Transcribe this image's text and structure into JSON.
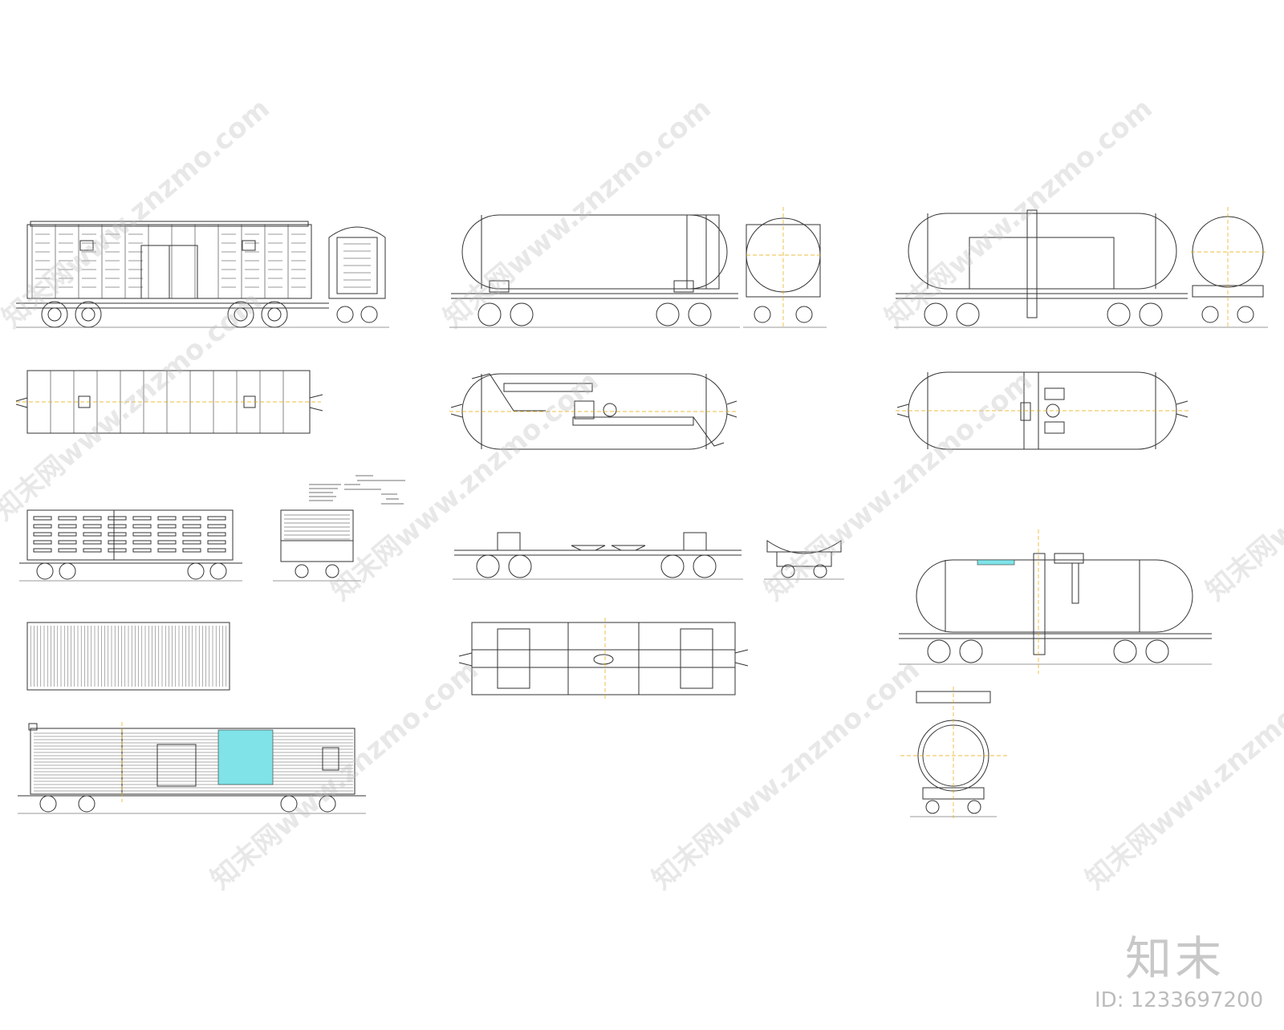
{
  "branding": {
    "logo_text": "知末",
    "image_id": "ID: 1233697200",
    "watermark_text": "知末网www.znzmo.com"
  },
  "colors": {
    "line": "#333333",
    "centerline": "#e8a800",
    "highlight": "#7fe3e8",
    "watermark": "#bebebe"
  },
  "drawings": [
    "boxcar-side-elevation",
    "boxcar-end-elevation",
    "boxcar-top-plan",
    "tank-car-1-side-elevation",
    "tank-car-1-end-elevation",
    "tank-car-1-top-plan",
    "tank-car-2-side-elevation",
    "tank-car-2-end-elevation",
    "tank-car-2-top-plan",
    "stock-car-side-elevation",
    "stock-car-end-elevation",
    "stock-car-top-plan",
    "flat-frame-side-elevation",
    "flat-frame-end-elevation",
    "flat-frame-top-plan",
    "reefer-car-side-elevation",
    "tank-car-3-side-elevation",
    "tank-car-3-end-elevation"
  ]
}
